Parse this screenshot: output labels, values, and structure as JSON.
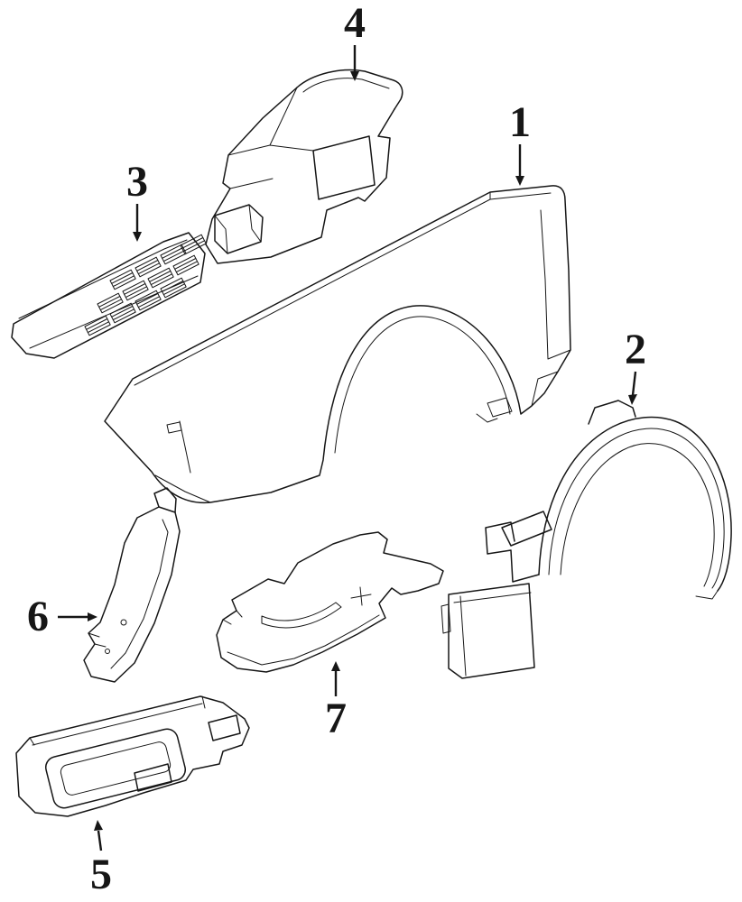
{
  "page": {
    "background_color": "#ffffff",
    "line_color": "#161616"
  },
  "diagram": {
    "callouts": [
      {
        "label": "1"
      },
      {
        "label": "2"
      },
      {
        "label": "3"
      },
      {
        "label": "4"
      },
      {
        "label": "5"
      },
      {
        "label": "6"
      },
      {
        "label": "7"
      }
    ]
  }
}
